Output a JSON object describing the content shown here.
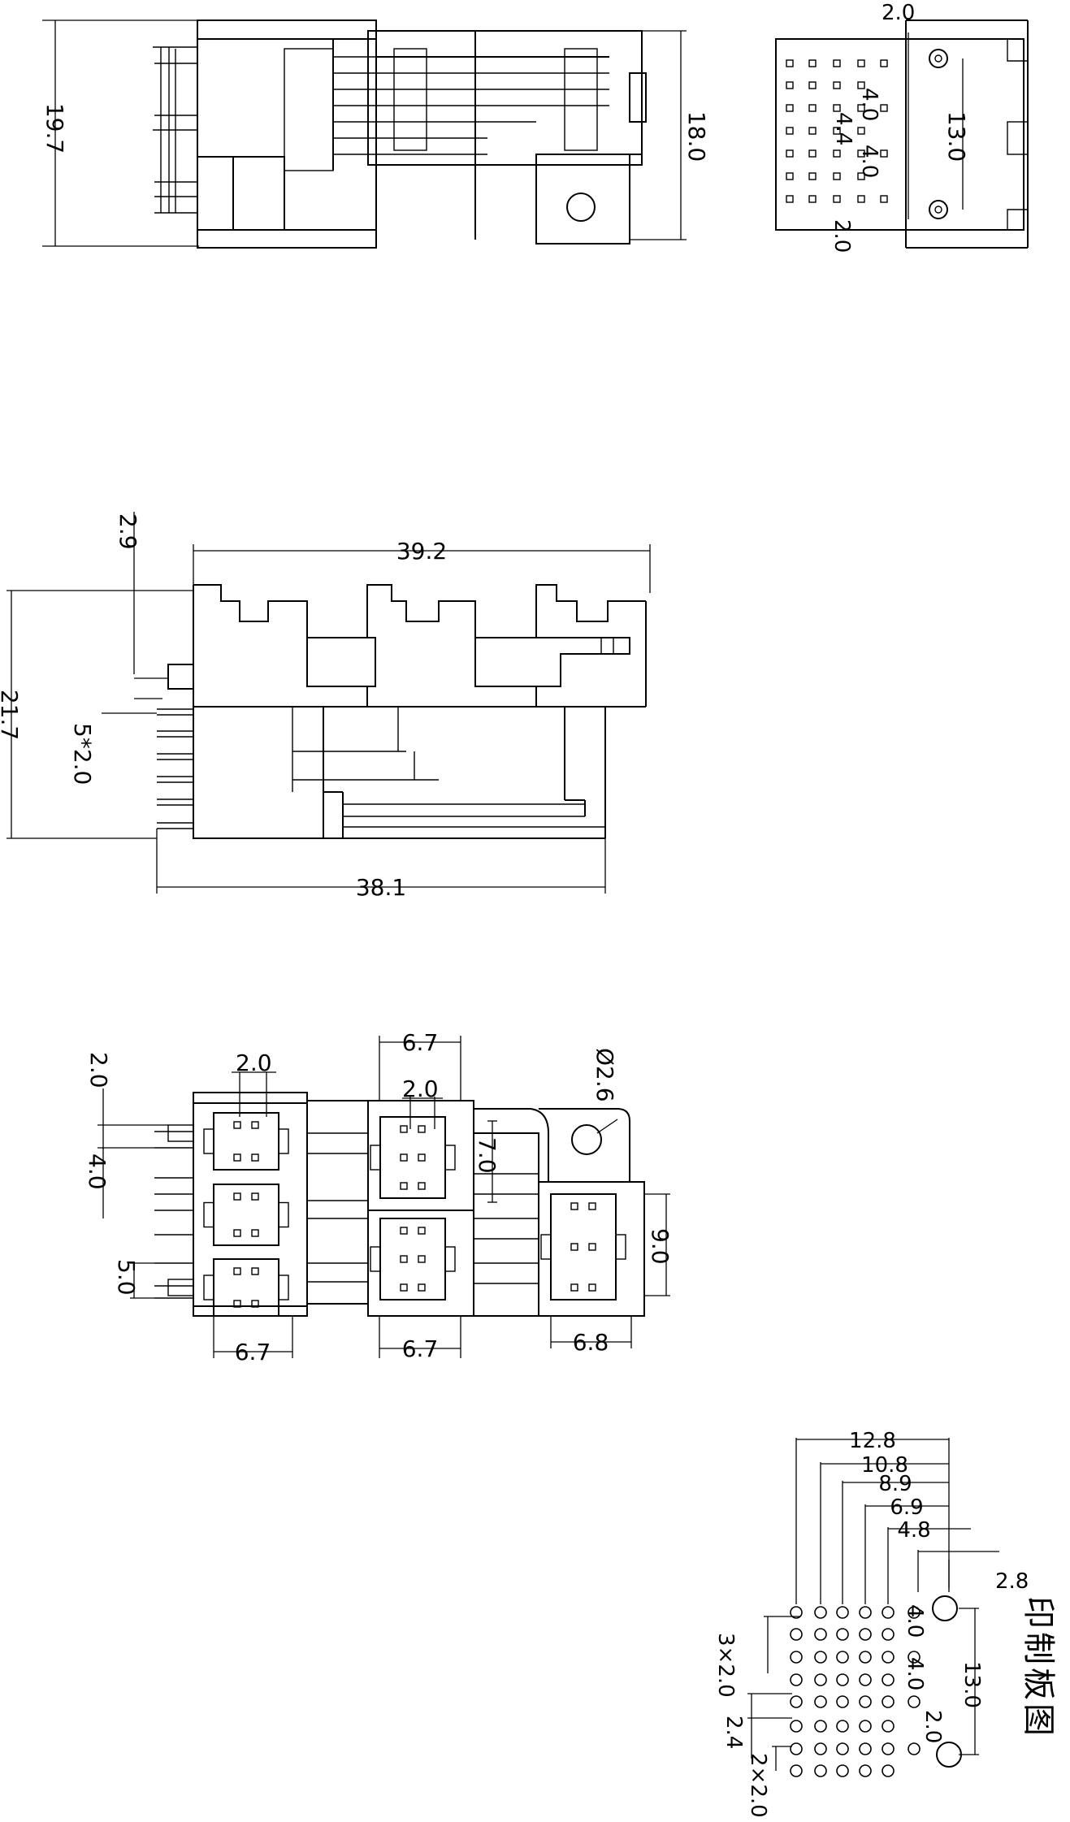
{
  "title_cn": "印制板图",
  "side_view": {
    "height": "19.7",
    "body_height": "18.0"
  },
  "end_view": {
    "pitch_top": "2.0",
    "pitch_a": "4.0",
    "pitch_b": "4.4",
    "pitch_c": "4.0",
    "pitch_bottom": "2.0",
    "hole_span": "13.0"
  },
  "front_view": {
    "width_top": "39.2",
    "width_bottom": "38.1",
    "height": "21.7",
    "offset": "2.9",
    "pin_pitch": "5*2.0"
  },
  "top_view": {
    "pitch_left": "2.0",
    "pitch_mid": "4.0",
    "pitch_low": "5.0",
    "row1_pitch": "2.0",
    "row2_pitch": "2.0",
    "width_a": "6.7",
    "width_b": "6.7",
    "width_c": "6.7",
    "width_d": "6.8",
    "height_a": "7.0",
    "height_b": "9.0",
    "hole_dia": "Ø2.6"
  },
  "pcb_layout": {
    "d1": "12.8",
    "d2": "10.8",
    "d3": "8.9",
    "d4": "6.9",
    "d5": "4.8",
    "d6": "2.8",
    "v1": "13.0",
    "v2": "4.0",
    "v3": "4.0",
    "v4": "2.0",
    "g1": "3×2.0",
    "g2": "2.4",
    "g3": "2×2.0"
  }
}
